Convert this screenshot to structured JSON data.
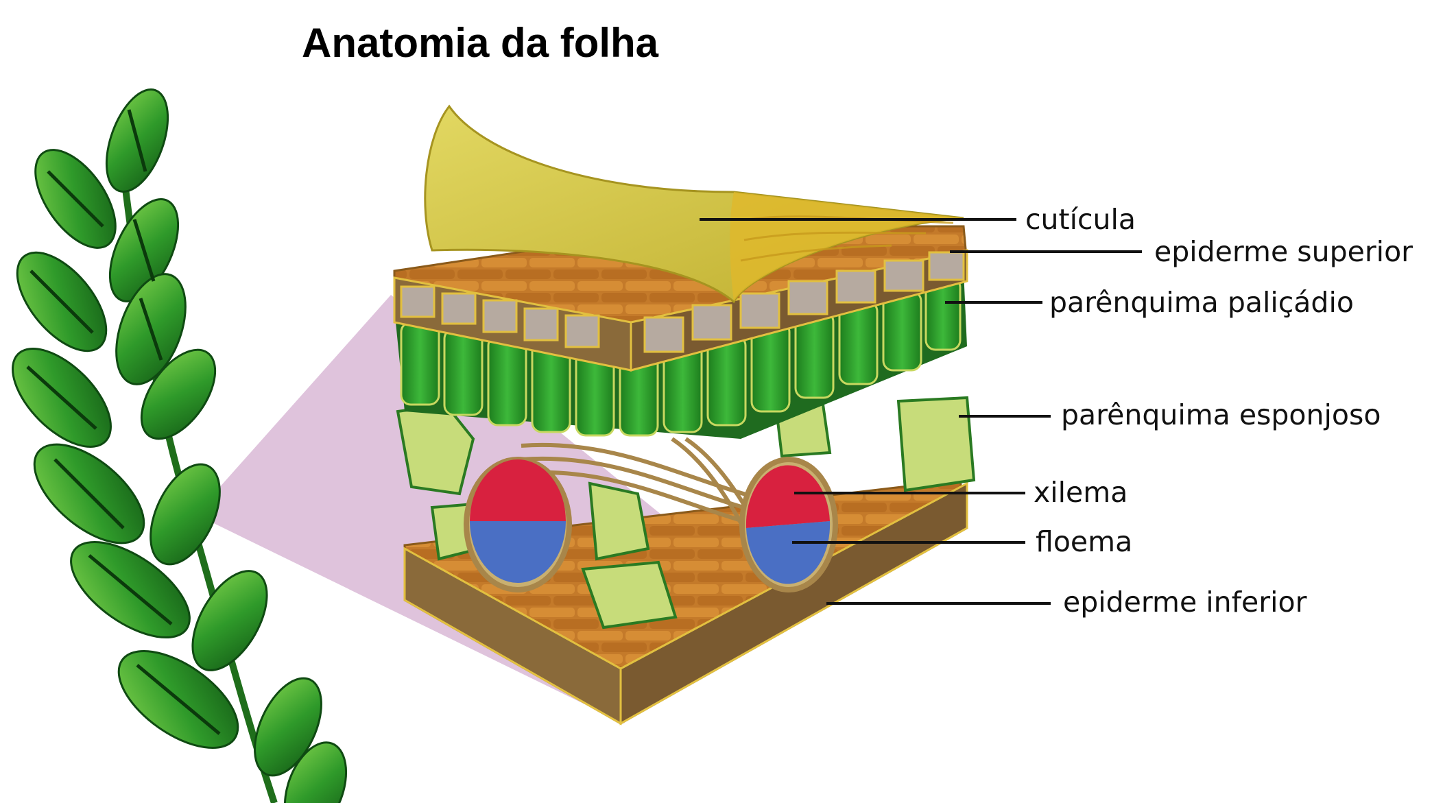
{
  "title": "Anatomia da folha",
  "labels": {
    "cuticula": "cutícula",
    "epiderme_superior": "epiderme superior",
    "parenquima_palicadico": "parênquima paliçádio",
    "parenquima_esponjoso": "parênquima esponjoso",
    "xilema": "xilema",
    "floema": "floema",
    "epiderme_inferior": "epiderme inferior"
  },
  "colors": {
    "leaf_green": "#2f9a2a",
    "leaf_dark": "#0f4a12",
    "palisade": "#2aa12a",
    "spongy": "#c7dc7a",
    "cuticle": "#d8cc4a",
    "epidermis": "#c47a2a",
    "xylem": "#d8213f",
    "phloem": "#4a6fc4",
    "zoom_wedge": "#dcbcd8"
  }
}
